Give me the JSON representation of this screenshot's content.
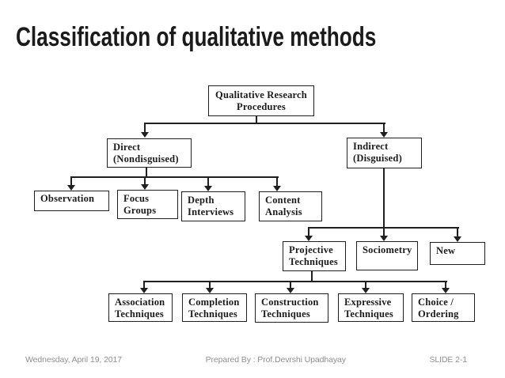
{
  "slide": {
    "title": "Classification of qualitative methods",
    "footer": {
      "date": "Wednesday, April 19, 2017",
      "prepared_by": "Prepared By : Prof.Devrshi Upadhayay",
      "slide_number": "SLIDE 2-1"
    }
  },
  "diagram": {
    "nodes": {
      "qualitative_research": "Qualitative Research\nProcedures",
      "direct": "Direct\n(Nondisguised)",
      "indirect": "Indirect\n(Disguised)",
      "observation": "Observation",
      "focus_groups": "Focus\nGroups",
      "depth_interviews": "Depth\nInterviews",
      "content_analysis": "Content\nAnalysis",
      "projective_techniques": "Projective\nTechniques",
      "sociometry": "Sociometry",
      "new": "New",
      "association_techniques": "Association\nTechniques",
      "completion_techniques": "Completion\nTechniques",
      "construction_techniques": "Construction\nTechniques",
      "expressive_techniques": "Expressive\nTechniques",
      "choice_ordering": "Choice /\nOrdering"
    },
    "colors": {
      "background": "#ffffff",
      "line": "#1f1f1f",
      "box_border": "#1f1f1f",
      "text": "#1b1b1b",
      "footer_text": "#8f8f8f"
    }
  }
}
